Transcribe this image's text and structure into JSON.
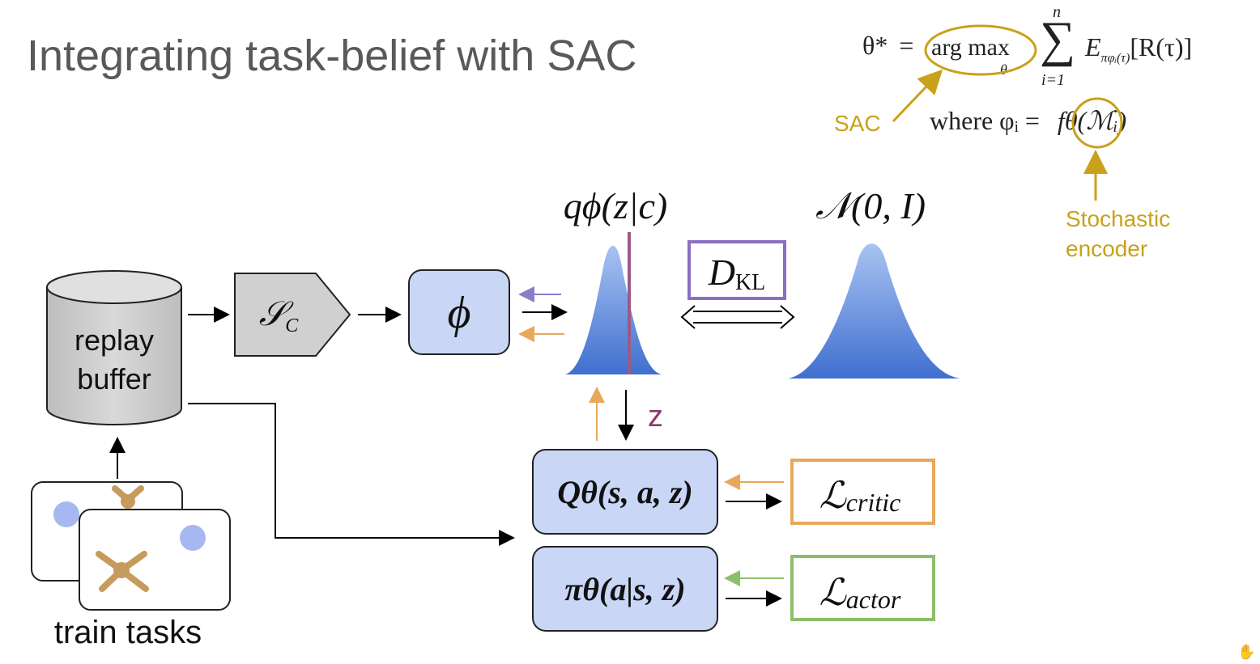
{
  "title": "Integrating task-belief with SAC",
  "equation": {
    "lhs": "θ*",
    "equals": "=",
    "argmax": "arg max",
    "argmax_sub": "θ",
    "sum_top": "n",
    "sum_sym": "∑",
    "sum_bottom": "i=1",
    "expectation": "E",
    "expectation_sub": "πφᵢ(τ)",
    "reward": "[R(τ)]",
    "where_text": "where φᵢ =",
    "f_theta": "fθ",
    "rest": "(ℳᵢ)"
  },
  "annotations": {
    "sac": "SAC",
    "encoder_line1": "Stochastic",
    "encoder_line2": "encoder"
  },
  "nodes": {
    "replay_line1": "replay",
    "replay_line2": "buffer",
    "sampler": "𝒮",
    "sampler_sub": "C",
    "encoder": "ϕ",
    "posterior": "qϕ(z|c)",
    "prior": "𝒩(0, I)",
    "kl": "D",
    "kl_sub": "KL",
    "z_label": "z",
    "critic_q": "Qθ(s, a, z)",
    "actor_pi": "πθ(a|s, z)",
    "loss_critic": "ℒ",
    "loss_critic_sub": "critic",
    "loss_actor": "ℒ",
    "loss_actor_sub": "actor",
    "train_tasks": "train tasks"
  },
  "colors": {
    "gold": "#c9a11a",
    "node_fill": "#c9d6f5",
    "gaussian": "#4f7fd6",
    "kl_border": "#8a6fc1",
    "critic_border": "#e8a85a",
    "actor_border": "#8cbf6a",
    "z_color": "#8b3a6b",
    "purple_arrow": "#8a7ec9",
    "orange_arrow": "#e8a85a",
    "green_arrow": "#8cbf6a",
    "goal_dot": "#a7b8f0"
  }
}
